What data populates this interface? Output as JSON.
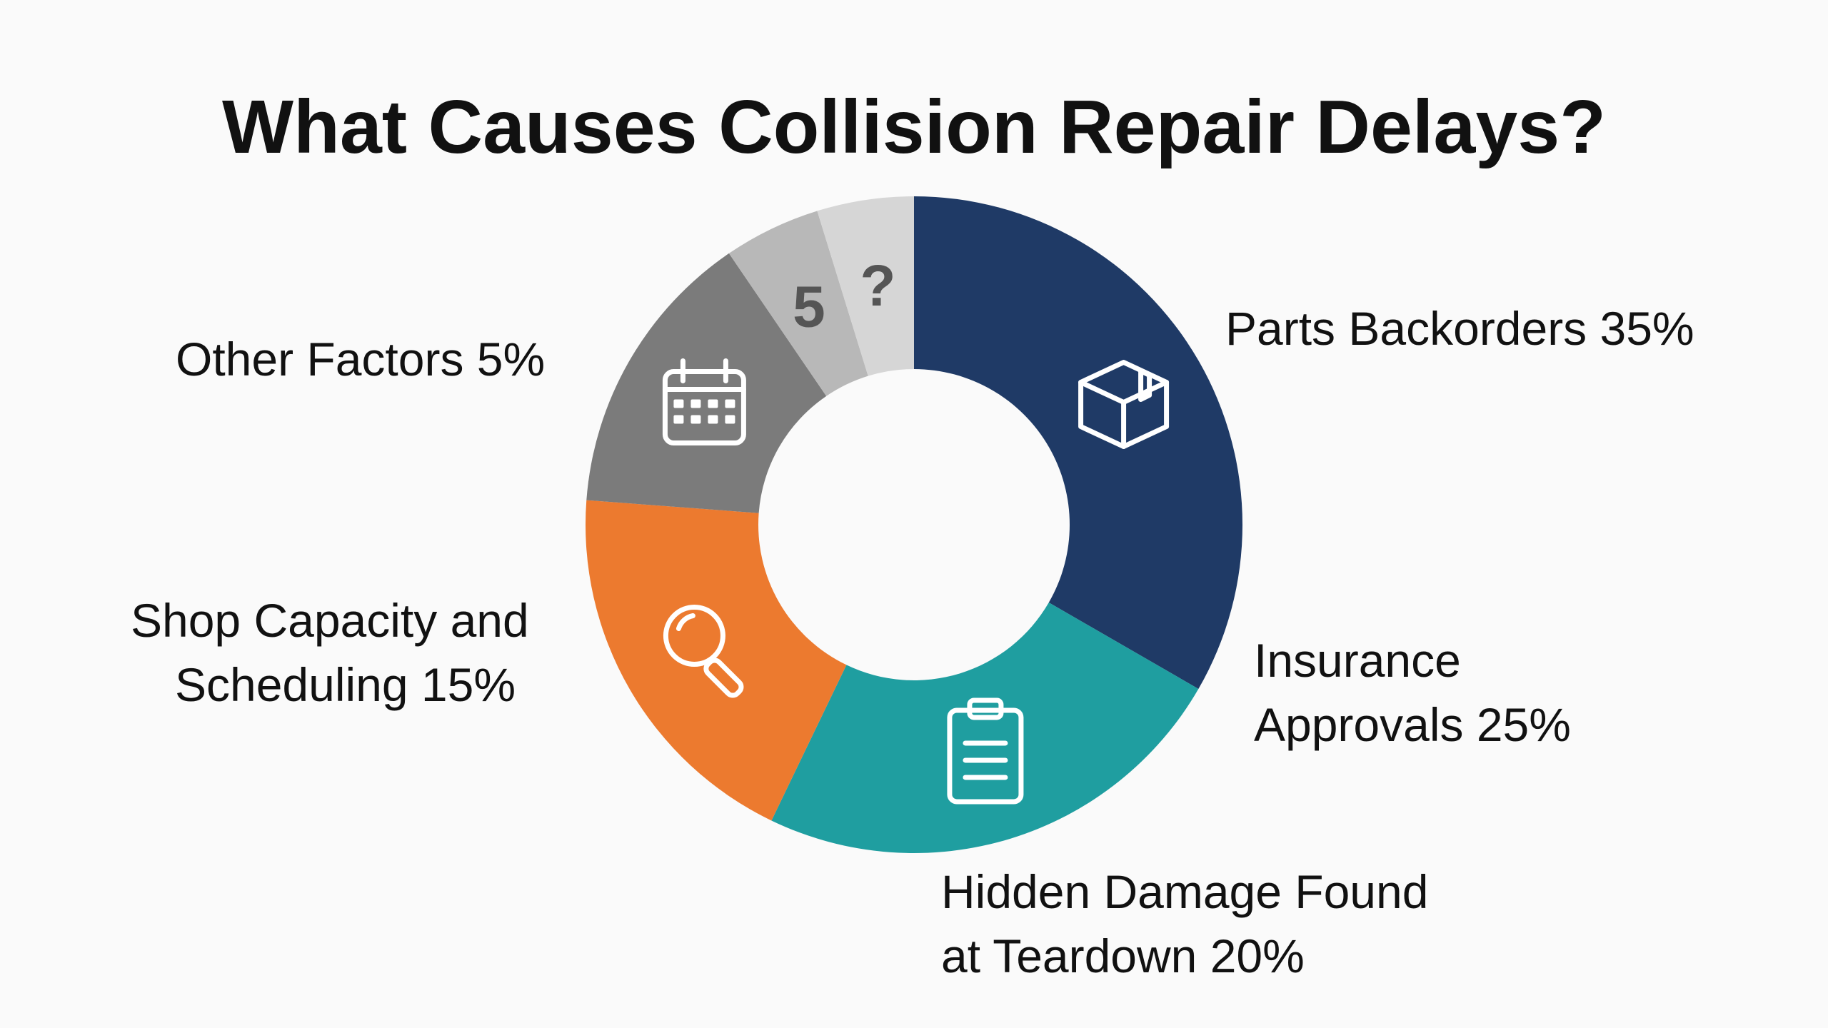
{
  "chart_data": {
    "type": "pie",
    "title": "What Causes Collision Repair Delays?",
    "slices": [
      {
        "label": "Parts Backorders 35%",
        "value": 35,
        "color": "#1f3a66",
        "icon": "box-icon"
      },
      {
        "label": "Insurance Approvals 25%",
        "value": 25,
        "color": "#1f9ea0",
        "icon": "clipboard-icon"
      },
      {
        "label": "Hidden Damage Found at Teardown 20%",
        "value": 20,
        "color": "#ec7a2f",
        "icon": "magnifier-icon"
      },
      {
        "label": "Shop Capacity and Scheduling 15%",
        "value": 15,
        "color": "#7b7b7b",
        "icon": "calendar-icon"
      },
      {
        "label": "Other Factors 5%",
        "value": 5,
        "color": "#b8b8b8",
        "icon": "",
        "inner_text": "5"
      },
      {
        "label": "",
        "value": 5,
        "color": "#d6d6d6",
        "icon": "",
        "inner_text": "?"
      }
    ],
    "label_lines": [
      [
        "Parts Backorders 35%"
      ],
      [
        "Insurance",
        "Approvals 25%"
      ],
      [
        "Hidden Damage Found",
        "at Teardown 20%"
      ],
      [
        "Shop Capacity and",
        "Scheduling 15%"
      ],
      [
        "Other Factors 5%"
      ]
    ]
  }
}
